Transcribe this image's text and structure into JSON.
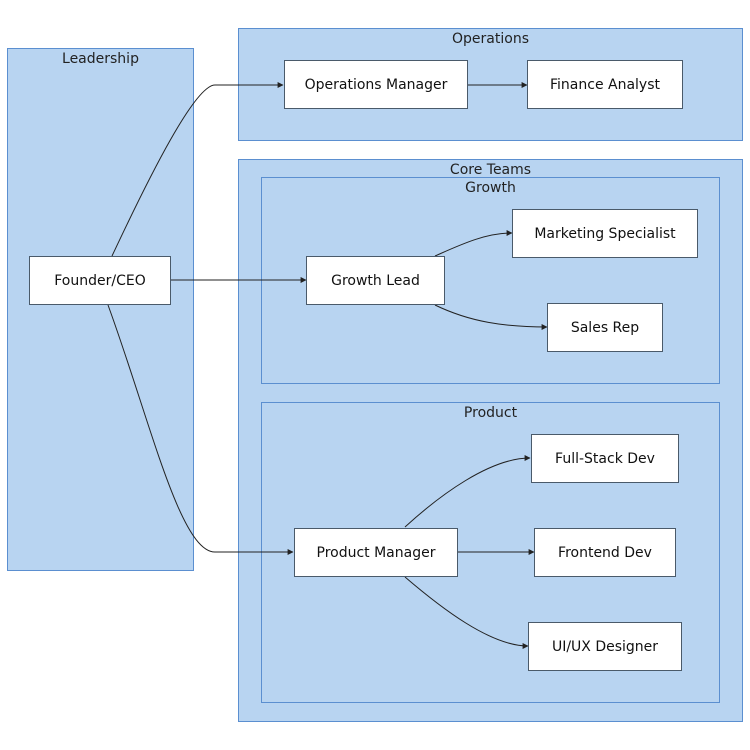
{
  "clusters": {
    "leadership": "Leadership",
    "operations": "Operations",
    "core_teams": "Core Teams",
    "growth": "Growth",
    "product": "Product"
  },
  "nodes": {
    "ceo": "Founder/CEO",
    "ops_manager": "Operations Manager",
    "finance": "Finance Analyst",
    "growth_lead": "Growth Lead",
    "marketing": "Marketing Specialist",
    "sales": "Sales Rep",
    "product_manager": "Product Manager",
    "fullstack": "Full-Stack Dev",
    "frontend": "Frontend Dev",
    "designer": "UI/UX Designer"
  },
  "edges": [
    [
      "ceo",
      "ops_manager"
    ],
    [
      "ops_manager",
      "finance"
    ],
    [
      "ceo",
      "growth_lead"
    ],
    [
      "growth_lead",
      "marketing"
    ],
    [
      "growth_lead",
      "sales"
    ],
    [
      "ceo",
      "product_manager"
    ],
    [
      "product_manager",
      "fullstack"
    ],
    [
      "product_manager",
      "frontend"
    ],
    [
      "product_manager",
      "designer"
    ]
  ],
  "colors": {
    "cluster_fill": "#b8d4f1",
    "cluster_border": "#5b8fd0",
    "edge": "#222222"
  }
}
